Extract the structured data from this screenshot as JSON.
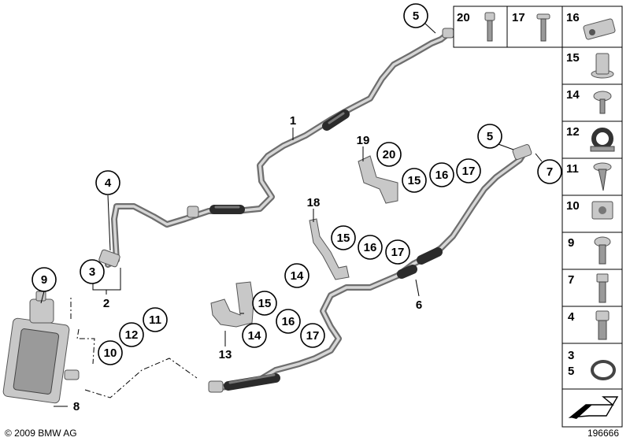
{
  "diagram": {
    "copyright": "© 2009 BMW AG",
    "image_number": "196666",
    "callouts": {
      "c1": "1",
      "c2": "2",
      "c3": "3",
      "c4": "4",
      "c5a": "5",
      "c5b": "5",
      "c6": "6",
      "c7": "7",
      "c8": "8",
      "c9": "9",
      "c10": "10",
      "c11": "11",
      "c12": "12",
      "c13": "13",
      "c14a": "14",
      "c14b": "14",
      "c15a": "15",
      "c15b": "15",
      "c15c": "15",
      "c16a": "16",
      "c16b": "16",
      "c16c": "16",
      "c17a": "17",
      "c17b": "17",
      "c17c": "17",
      "c18": "18",
      "c19": "19",
      "c20": "20"
    },
    "parts_table": {
      "top_row": [
        "20",
        "17",
        "16"
      ],
      "right_column": [
        "15",
        "14",
        "12",
        "11",
        "10",
        "9",
        "7",
        "4"
      ],
      "last_cell": [
        "3",
        "5"
      ]
    },
    "icons": {
      "hardware": "fastener-icon",
      "nav": "arrow-icon"
    }
  }
}
